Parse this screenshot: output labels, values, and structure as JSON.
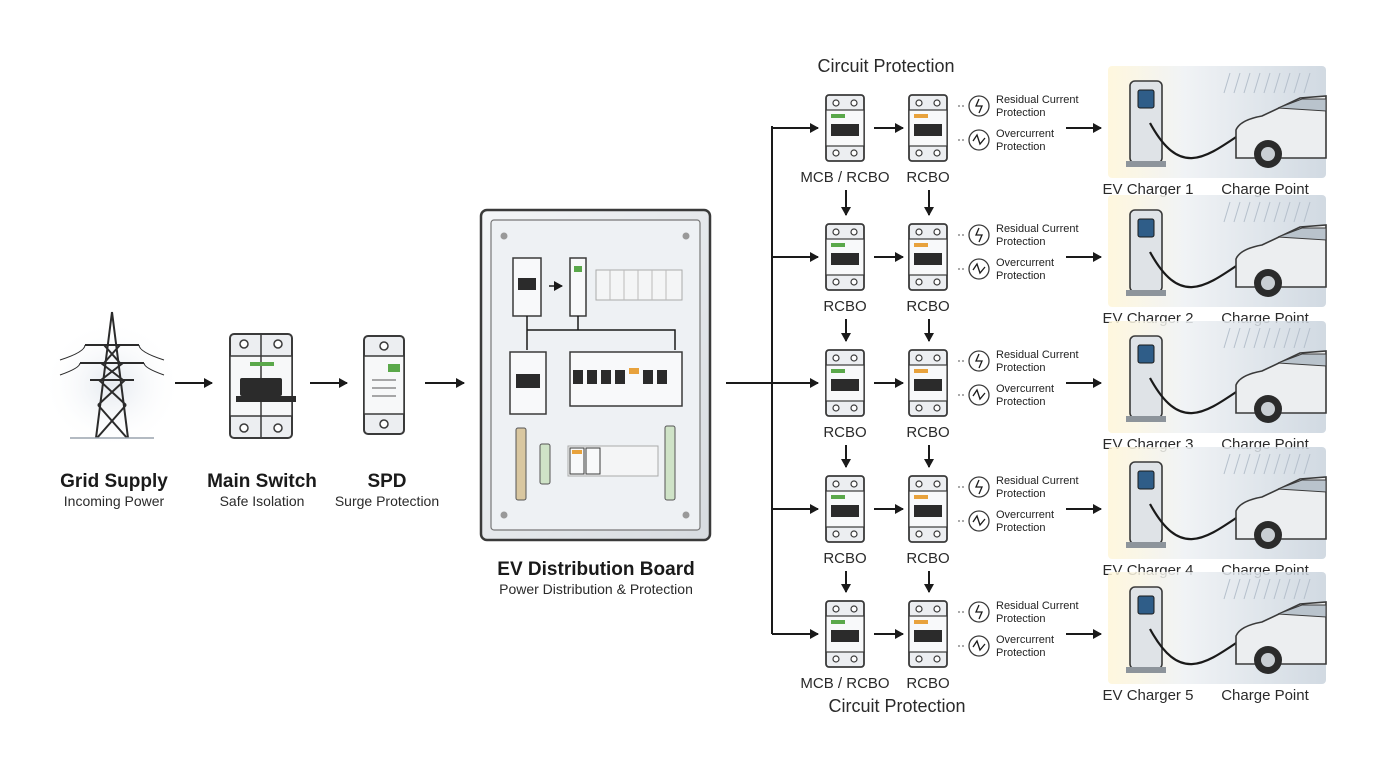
{
  "colors": {
    "ink": "#1a1a1a",
    "device": "#eef0f2",
    "device_edge": "#3a3a3a",
    "green": "#5aa84a",
    "orange": "#e8a23c",
    "sky": "#cfd8e2"
  },
  "flow": {
    "grid": {
      "title": "Grid Supply",
      "subtitle": "Incoming Power",
      "icon": "transmission-tower-icon"
    },
    "main_switch": {
      "title": "Main Switch",
      "subtitle": "Safe Isolation",
      "icon": "main-switch-icon"
    },
    "spd": {
      "title": "SPD",
      "subtitle": "Surge Protection",
      "icon": "surge-protector-icon"
    },
    "board": {
      "title": "EV Distribution Board",
      "subtitle": "Power Distribution & Protection",
      "icon": "distribution-board-icon"
    }
  },
  "circuit_protection_top": "Circuit Protection",
  "circuit_protection_bottom": "Circuit Protection",
  "rows": [
    {
      "device1": "MCB / RCBO",
      "device2": "RCBO",
      "rc_label": "Residual Current\nProtection",
      "oc_label": "Overcurrent\nProtection",
      "charger": "EV Charger 1",
      "point": "Charge Point"
    },
    {
      "device1": "RCBO",
      "device2": "RCBO",
      "rc_label": "Residual Current\nProtection",
      "oc_label": "Overcurrent\nProtection",
      "charger": "EV Charger 2",
      "point": "Charge Point"
    },
    {
      "device1": "RCBO",
      "device2": "RCBO",
      "rc_label": "Residual Current\nProtection",
      "oc_label": "Overcurrent\nProtection",
      "charger": "EV Charger 3",
      "point": "Charge Point"
    },
    {
      "device1": "RCBO",
      "device2": "RCBO",
      "rc_label": "Residual Current\nProtection",
      "oc_label": "Overcurrent\nProtection",
      "charger": "EV Charger 4",
      "point": "Charge Point"
    },
    {
      "device1": "MCB / RCBO",
      "device2": "RCBO",
      "rc_label": "Residual Current\nProtection",
      "oc_label": "Overcurrent\nProtection",
      "charger": "EV Charger 5",
      "point": "Charge Point"
    }
  ]
}
